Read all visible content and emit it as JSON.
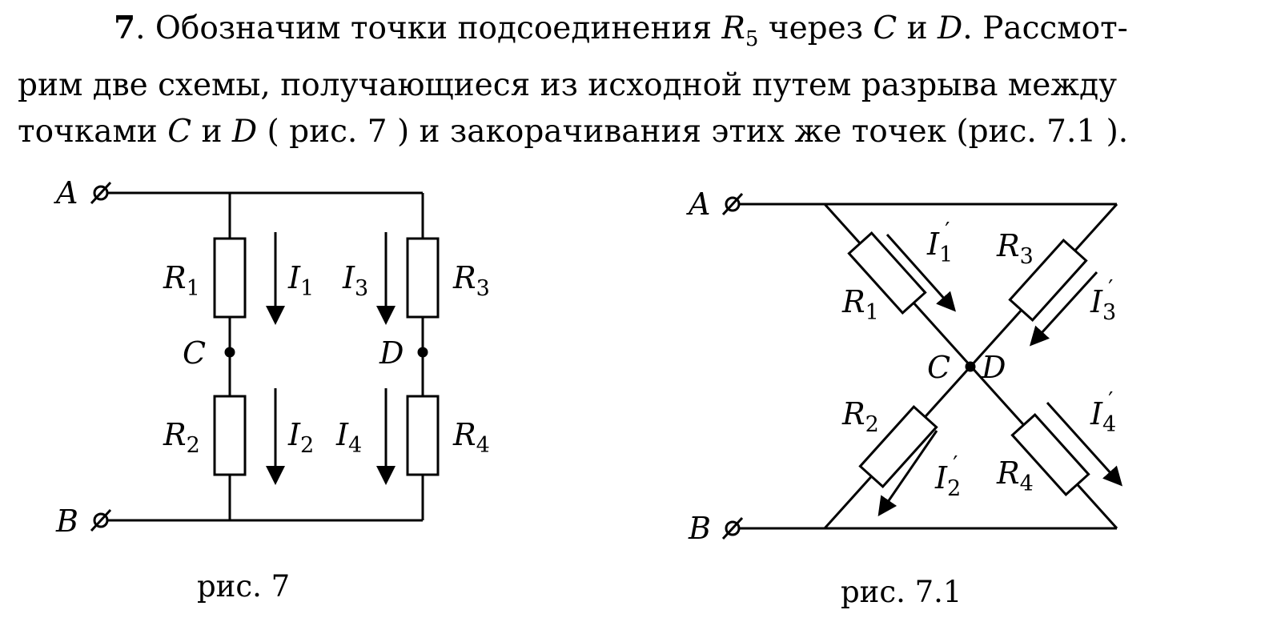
{
  "text": {
    "problem_number": "7",
    "line1_a": ". Обозначим точки подсоединения ",
    "r5_letter": "R",
    "r5_sub": "5",
    "line1_b": " через ",
    "c": "C",
    "and1": " и ",
    "d": "D",
    "line1_c": ". Рассмот-",
    "line2": "рим две схемы, получающиеся из исходной путем разрыва между",
    "line3_a": "точками ",
    "line3_c": "C",
    "line3_and": " и ",
    "line3_d": "D",
    "line3_b": " ( рис.  7 ) и закорачивания этих же точек (рис.  7.1 )."
  },
  "fig7": {
    "caption": "рис.  7",
    "terminal_a": "A",
    "terminal_b": "B",
    "node_c": "C",
    "node_d": "D",
    "r1": "R",
    "r1_sub": "1",
    "r2": "R",
    "r2_sub": "2",
    "r3": "R",
    "r3_sub": "3",
    "r4": "R",
    "r4_sub": "4",
    "i1": "I",
    "i1_sub": "1",
    "i2": "I",
    "i2_sub": "2",
    "i3": "I",
    "i3_sub": "3",
    "i4": "I",
    "i4_sub": "4"
  },
  "fig71": {
    "caption": "рис.  7.1",
    "terminal_a": "A",
    "terminal_b": "B",
    "node_c": "C",
    "node_d": "D",
    "r1": "R",
    "r1_sub": "1",
    "r2": "R",
    "r2_sub": "2",
    "r3": "R",
    "r3_sub": "3",
    "r4": "R",
    "r4_sub": "4",
    "i1": "I",
    "i1_sub": "1",
    "i2": "I",
    "i2_sub": "2",
    "i3": "I",
    "i3_sub": "3",
    "i4": "I",
    "i4_sub": "4",
    "prime": "′"
  }
}
